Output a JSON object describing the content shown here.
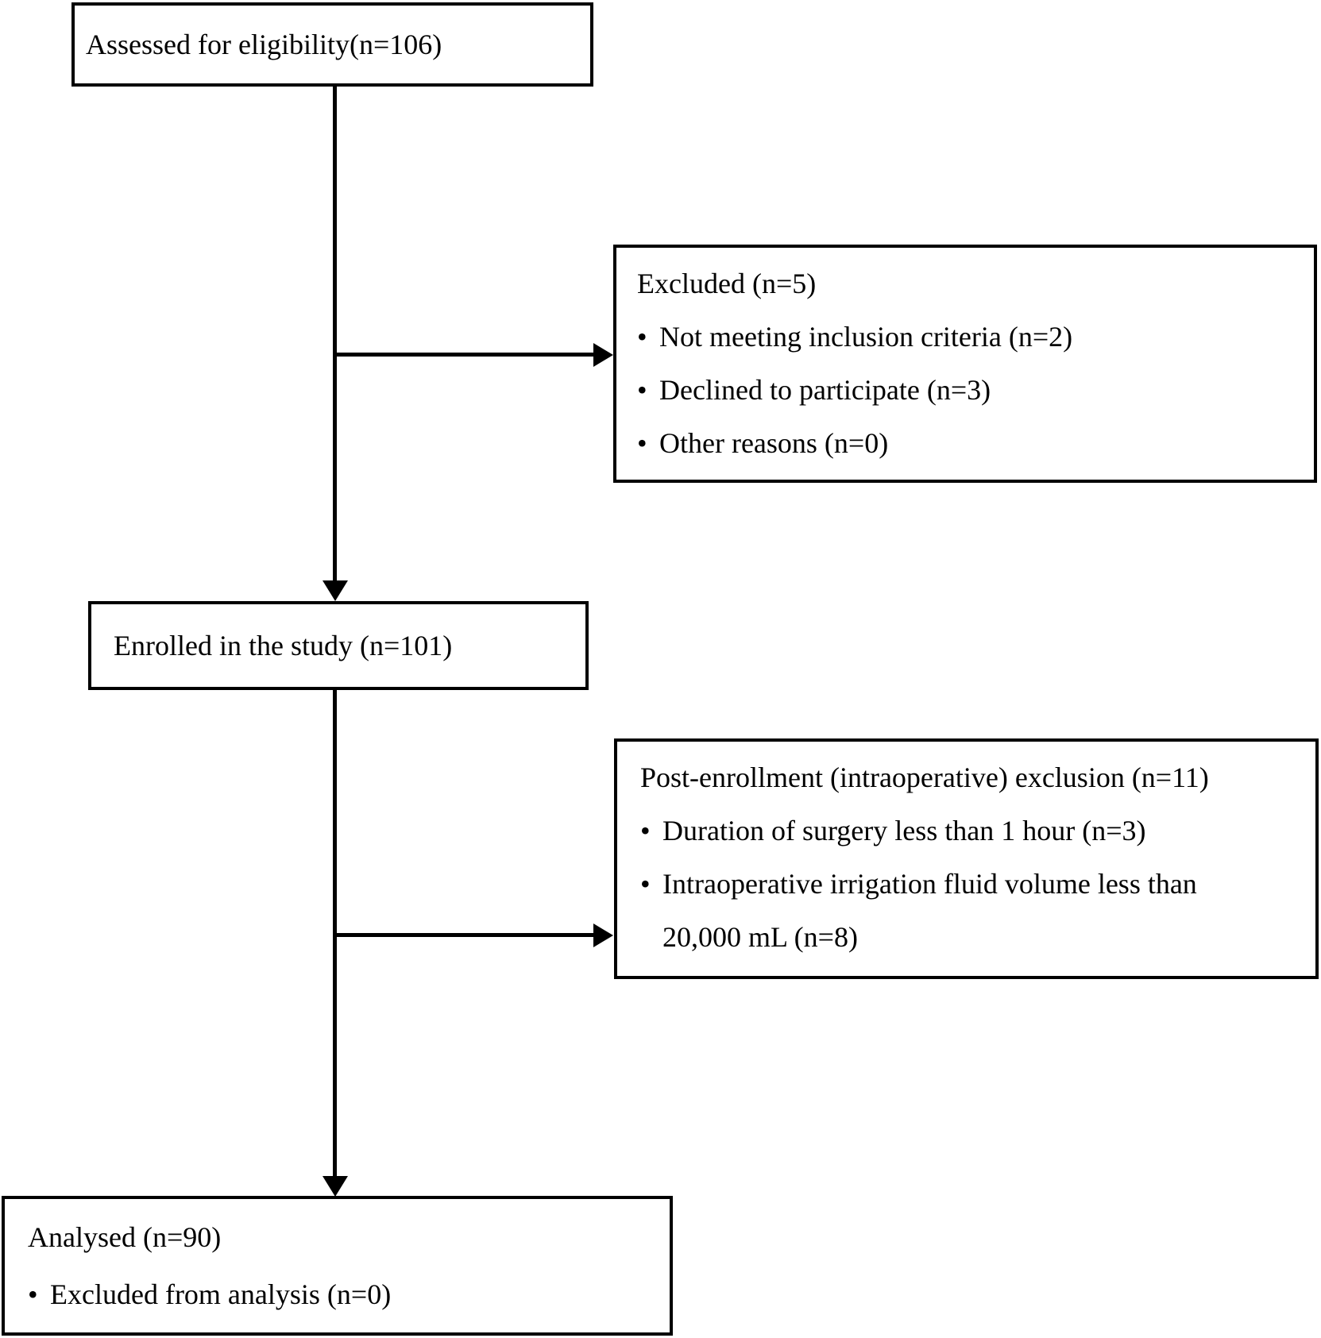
{
  "flowchart": {
    "bullet_glyph": "•",
    "boxes": {
      "assessed": {
        "label": "Assessed for eligibility(n=106)"
      },
      "excluded": {
        "title": "Excluded (n=5)",
        "bullets": [
          "Not meeting inclusion criteria (n=2)",
          "Declined to participate (n=3)",
          "Other reasons (n=0)"
        ]
      },
      "enrolled": {
        "label": "Enrolled in the study (n=101)"
      },
      "post_enrollment_exclusion": {
        "title": "Post-enrollment (intraoperative) exclusion (n=11)",
        "bullets": [
          {
            "lines": [
              "Duration of surgery less than 1 hour (n=3)"
            ]
          },
          {
            "lines": [
              "Intraoperative irrigation fluid volume less than",
              "20,000 mL (n=8)"
            ]
          }
        ]
      },
      "analysed": {
        "title": "Analysed (n=90)",
        "bullets": [
          "Excluded from analysis (n=0)"
        ]
      }
    }
  }
}
